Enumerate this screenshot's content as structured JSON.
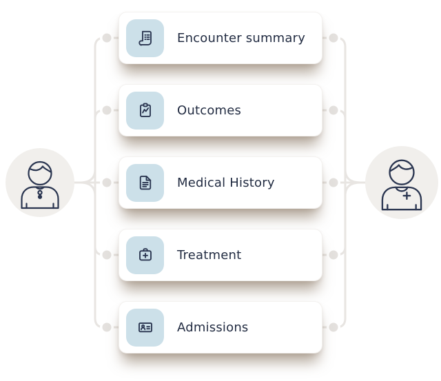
{
  "flow": {
    "cards": [
      {
        "label": "Encounter summary",
        "icon": "scroll-list-icon"
      },
      {
        "label": "Outcomes",
        "icon": "clipboard-chart-icon"
      },
      {
        "label": "Medical History",
        "icon": "document-lines-icon"
      },
      {
        "label": "Treatment",
        "icon": "first-aid-kit-icon"
      },
      {
        "label": "Admissions",
        "icon": "id-card-icon"
      }
    ],
    "actors": {
      "left": {
        "icon": "patient-avatar-icon"
      },
      "right": {
        "icon": "doctor-avatar-icon"
      }
    },
    "colors": {
      "card_bg": "#ffffff",
      "icon_tile_bg": "#cce0e9",
      "icon_stroke": "#2a3550",
      "label_text": "#222c42",
      "connector_line": "#e8e5e2",
      "connector_dot_fill": "#e4e1de",
      "avatar_circle_bg": "#f1efec",
      "patient_shirt": "#f9dcc9",
      "doctor_shirt": "#cfe3ea",
      "card_shadow": "rgba(114,92,70,0.55)"
    }
  }
}
